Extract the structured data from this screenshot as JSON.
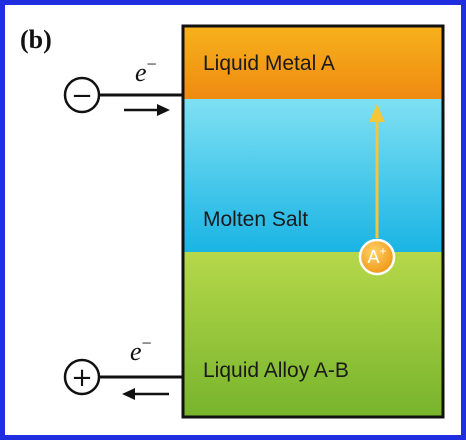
{
  "figure": {
    "panel_label": "(b)",
    "layers": {
      "top": {
        "label": "Liquid Metal A",
        "color": "#f39a17"
      },
      "middle": {
        "label": "Molten Salt",
        "color": "#2ec6ea"
      },
      "bottom": {
        "label": "Liquid Alloy A-B",
        "color": "#8fc43a"
      }
    },
    "electrodes": {
      "negative": {
        "sign": "−",
        "electron_symbol": "e",
        "electron_superscript": "−"
      },
      "positive": {
        "sign": "+",
        "electron_symbol": "e",
        "electron_superscript": "−"
      }
    },
    "ion": {
      "symbol": "A",
      "superscript": "+",
      "color": "#f5a51e"
    },
    "colors": {
      "border": "#1f2fe0",
      "ion_arrow": "#f5c53a",
      "wire": "#111111"
    }
  }
}
